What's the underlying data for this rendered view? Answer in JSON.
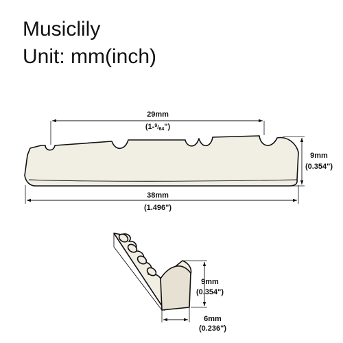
{
  "brand": "Musiclily",
  "unit_label": "Unit: mm(inch)",
  "dimensions": {
    "slot_span": {
      "mm": "29mm",
      "inch_whole": "(1-",
      "inch_num": "9",
      "inch_den": "64",
      "inch_close": "\")"
    },
    "total_length": {
      "mm": "38mm",
      "inch": "(1.496\")"
    },
    "height_front": {
      "mm": "9mm",
      "inch": "(0.354\")"
    },
    "height_side": {
      "mm": "9mm",
      "inch": "(0.354\")"
    },
    "width_side": {
      "mm": "6mm",
      "inch": "(0.236\")"
    }
  },
  "colors": {
    "nut_body": "#f1eee4",
    "nut_face": "#e6e1d2",
    "ink": "#111111"
  }
}
